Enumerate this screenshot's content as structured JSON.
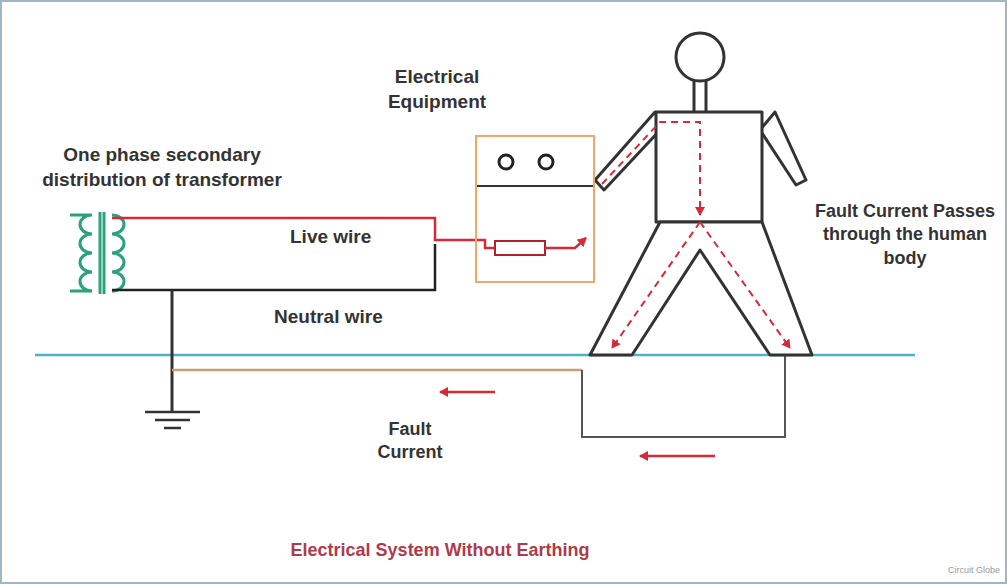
{
  "diagram": {
    "caption": "Electrical System Without Earthing",
    "nodes": [
      {
        "text": [
          "Electrical Equipment"
        ]
      }
    ],
    "labels": [
      "One phase secondary distribution of transformer",
      "Live wire",
      "Neutral wire",
      "Fault Current Passes through the human body",
      "Fault Current",
      "Circuit Globe"
    ]
  }
}
